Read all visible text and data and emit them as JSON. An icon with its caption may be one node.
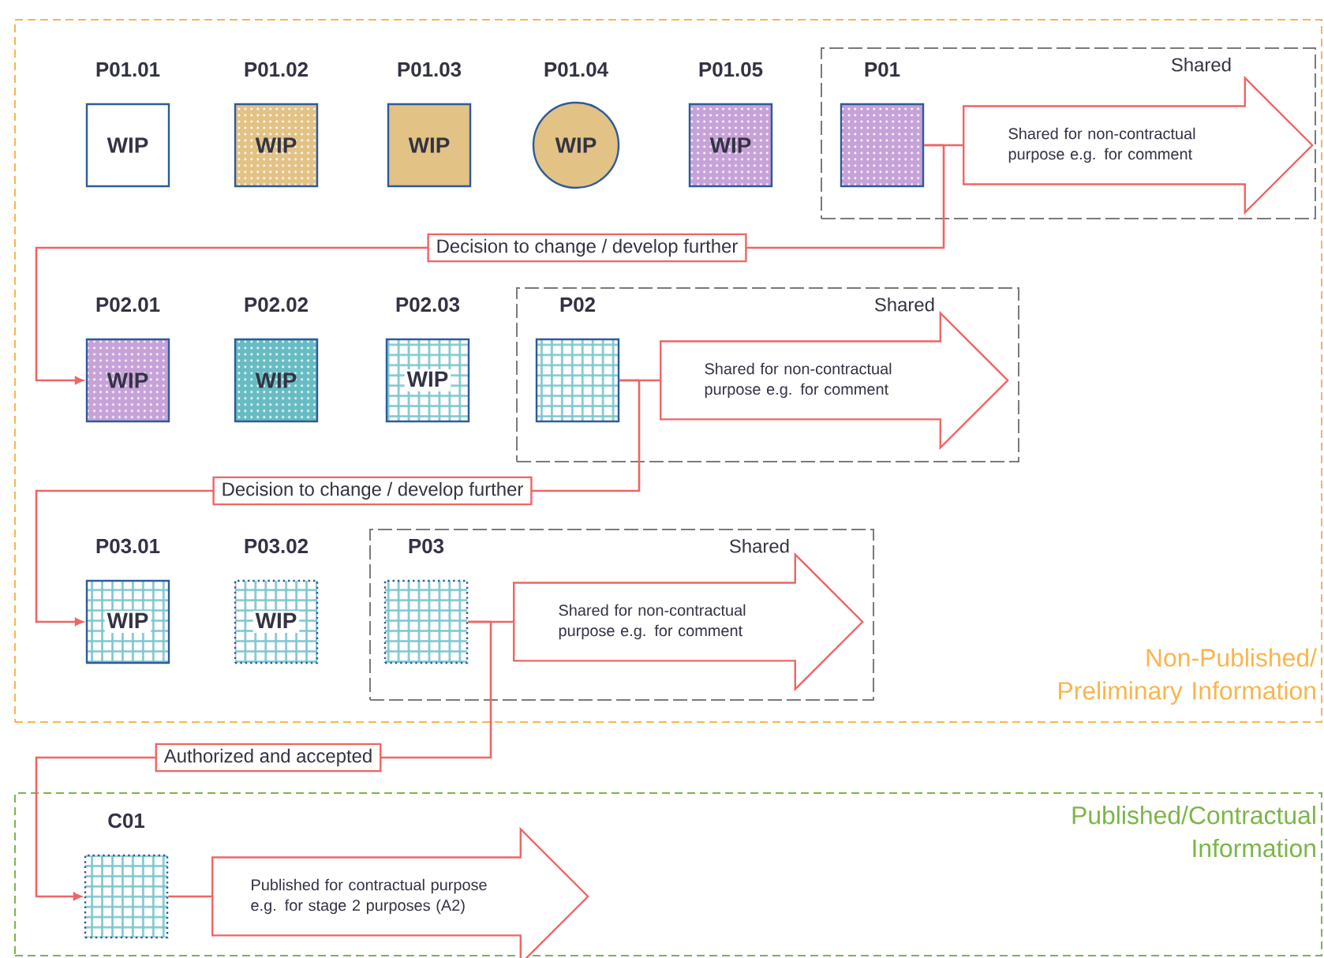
{
  "diagram": {
    "nodes": [
      {
        "text": [
          "Non-Published/ Preliminary Information"
        ]
      },
      {
        "text": [
          "P01.01",
          "WIP"
        ],
        "in": 0
      },
      {
        "text": [
          "P01.02",
          "WIP"
        ],
        "in": 0
      },
      {
        "text": [
          "P01.03",
          "WIP"
        ],
        "in": 0
      },
      {
        "text": [
          "P01.04",
          "WIP"
        ],
        "in": 0
      },
      {
        "text": [
          "P01.05",
          "WIP"
        ],
        "in": 0
      },
      {
        "text": [
          "Shared"
        ],
        "in": 0
      },
      {
        "text": [
          "P01"
        ],
        "in": 6
      },
      {
        "text": [
          "Shared for non-contractual purpose e.g. for comment"
        ],
        "in": 6
      },
      {
        "text": [
          "P02.01",
          "WIP"
        ],
        "in": 0
      },
      {
        "text": [
          "P02.02",
          "WIP"
        ],
        "in": 0
      },
      {
        "text": [
          "P02.03",
          "WIP"
        ],
        "in": 0
      },
      {
        "text": [
          "Shared"
        ],
        "in": 0
      },
      {
        "text": [
          "P02"
        ],
        "in": 12
      },
      {
        "text": [
          "Shared for non-contractual purpose e.g. for comment"
        ],
        "in": 12
      },
      {
        "text": [
          "P03.01",
          "WIP"
        ],
        "in": 0
      },
      {
        "text": [
          "P03.02",
          "WIP"
        ],
        "in": 0
      },
      {
        "text": [
          "Shared"
        ],
        "in": 0
      },
      {
        "text": [
          "P03"
        ],
        "in": 17
      },
      {
        "text": [
          "Shared for non-contractual purpose e.g. for comment"
        ],
        "in": 17
      },
      {
        "text": [
          "Published/Contractual Information"
        ]
      },
      {
        "text": [
          "C01"
        ],
        "in": 20
      },
      {
        "text": [
          "Published for contractual purpose e.g. for stage 2 purposes (A2)"
        ],
        "in": 20
      }
    ],
    "edges": [
      {
        "from": 7,
        "to": 8,
        "arrow": "none"
      },
      {
        "from": 7,
        "to": 9,
        "arrow": "to",
        "label": "Decision to change / develop further"
      },
      {
        "from": 13,
        "to": 14,
        "arrow": "none"
      },
      {
        "from": 13,
        "to": 15,
        "arrow": "to",
        "label": "Decision to change / develop further"
      },
      {
        "from": 18,
        "to": 19,
        "arrow": "none"
      },
      {
        "from": 18,
        "to": 21,
        "arrow": "to",
        "label": "Authorized and accepted"
      },
      {
        "from": 21,
        "to": 22,
        "arrow": "none"
      }
    ]
  }
}
